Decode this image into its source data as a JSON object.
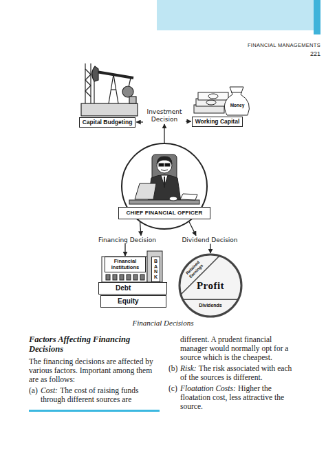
{
  "diagram": {
    "caption": "Financial Decisions",
    "nodes": [
      {
        "text": [
          "Investment Decision"
        ]
      },
      {
        "text": [
          "Capital Budgeting"
        ]
      },
      {
        "text": [
          "Working Capital"
        ]
      },
      {
        "text": [
          "CHIEF FINANCIAL OFFICER"
        ]
      },
      {
        "text": [
          "Financing Decision"
        ]
      },
      {
        "text": [
          "Dividend Decision"
        ]
      },
      {
        "text": [
          "Financial Institutions"
        ]
      },
      {
        "text": [
          "BANK"
        ]
      },
      {
        "text": [
          "Debt"
        ]
      },
      {
        "text": [
          "Equity"
        ]
      },
      {
        "text": [
          "Retained Earnings",
          "Profit",
          "Dividends"
        ]
      }
    ],
    "edges": [
      {
        "from": 3,
        "to": 0,
        "arrow": "to"
      },
      {
        "from": 0,
        "to": 1,
        "arrow": "to"
      },
      {
        "from": 0,
        "to": 2,
        "arrow": "to"
      },
      {
        "from": 3,
        "to": 4,
        "arrow": "to"
      },
      {
        "from": 3,
        "to": 5,
        "arrow": "to"
      },
      {
        "from": 4,
        "to": 6,
        "arrow": "to"
      },
      {
        "from": 5,
        "to": 10,
        "arrow": "to"
      }
    ],
    "labels": [
      "FINANCIAL MANAGEMENTS",
      "221",
      "Money",
      "Factors Affecting Financing Decisions",
      "The financing decisions are affected by various factors. Important among them are as follows:",
      "(a)",
      "Cost:",
      "The cost of raising funds through different sources are",
      "different. A prudent financial manager would normally opt for a source which is the cheapest.",
      "(b)",
      "Risk:",
      "The risk associated with each of the sources is different.",
      "(c)",
      "Floatation Costs:",
      "Higher the floatation cost, less attractive the source."
    ]
  }
}
